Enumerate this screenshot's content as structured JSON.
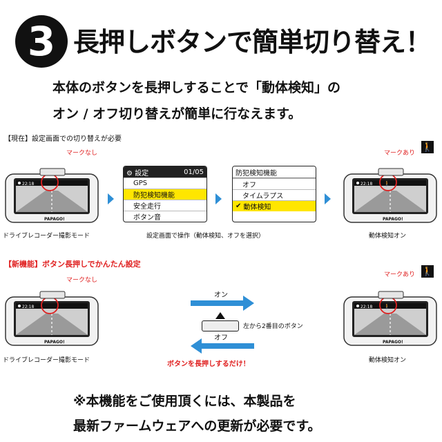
{
  "header": {
    "number": "3",
    "headline": "長押しボタンで簡単切り替え！",
    "intro_line1": "本体のボタンを長押しすることで「動体検知」の",
    "intro_line2": "オン / オフ切り替えが簡単に行なえます。"
  },
  "current": {
    "label": "【現在】設定画面での切り替えが必要",
    "mark_none": "マークなし",
    "mark_on": "マークあり",
    "caption_left": "ドライブレコーダー撮影モード",
    "caption_mid": "設定画面で操作（動体検知、オフを選択）",
    "caption_right": "動体検知オン",
    "menu1": {
      "title": "設定",
      "page": "01/05",
      "items": [
        "GPS",
        "防犯検知機能",
        "安全走行",
        "ボタン音"
      ]
    },
    "menu2": {
      "title": "防犯検知機能",
      "items": [
        "オフ",
        "タイムラプス",
        "動体検知"
      ]
    }
  },
  "new_feature": {
    "label_prefix": "【新機能】",
    "label_rest": "ボタン長押しでかんたん設定",
    "mark_none": "マークなし",
    "mark_on": "マークあり",
    "caption_left": "ドライブレコーダー撮影モード",
    "caption_right": "動体検知オン",
    "arrow_on": "オン",
    "arrow_off": "オフ",
    "button_note": "左から2番目のボタン",
    "long_press": "ボタンを長押しするだけ！"
  },
  "camera": {
    "time": "22:18",
    "brand": "PAPAGO!"
  },
  "footer": {
    "line1": "※本機能をご使用頂くには、本製品を",
    "line2": "最新ファームウェアへの更新が必要です。"
  },
  "colors": {
    "accent_red": "#e02020",
    "highlight_yellow": "#ffe600",
    "arrow_blue": "#2f8fd6"
  },
  "icons": [
    "walking-person-icon",
    "check-icon",
    "gear-icon",
    "play-triangle-icon"
  ]
}
